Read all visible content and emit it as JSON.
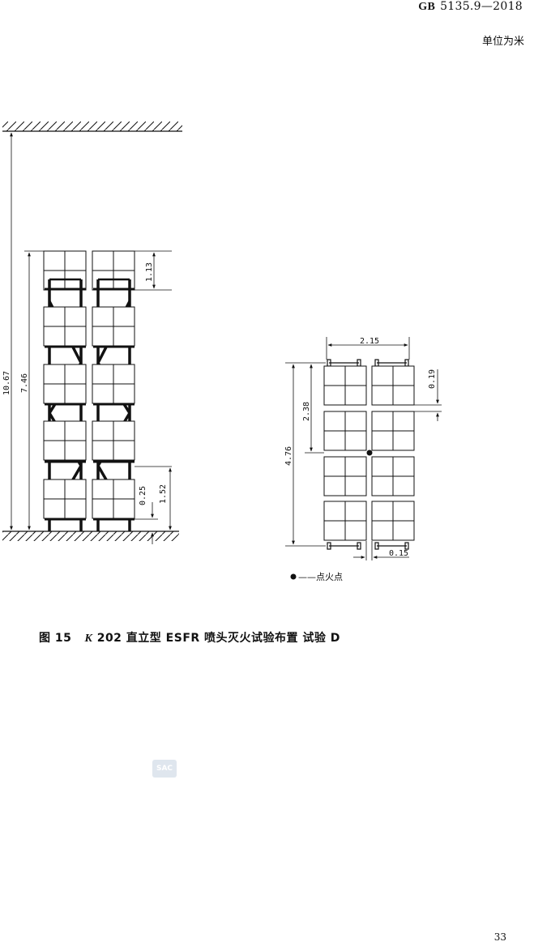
{
  "header": {
    "std_prefix": "GB",
    "std_number": "5135.9—2018"
  },
  "unit_note": "单位为米",
  "elevation": {
    "dims": {
      "height_total": "10.67",
      "stack_height": "7.46",
      "top_load": "1.13",
      "bottom_clear": "0.25",
      "first_tier": "1.52"
    }
  },
  "plan": {
    "dims": {
      "overall_width": "2.15",
      "flue_gap": "0.19",
      "half_length": "2.38",
      "overall_length": "4.76",
      "aisle": "0.15"
    },
    "legend_label": "——点火点"
  },
  "caption": {
    "prefix": "图 15",
    "k_letter": "K",
    "text": "202 直立型 ESFR 喷头灭火试验布置 试验 D"
  },
  "watermark": "SAC",
  "page_number": "33"
}
